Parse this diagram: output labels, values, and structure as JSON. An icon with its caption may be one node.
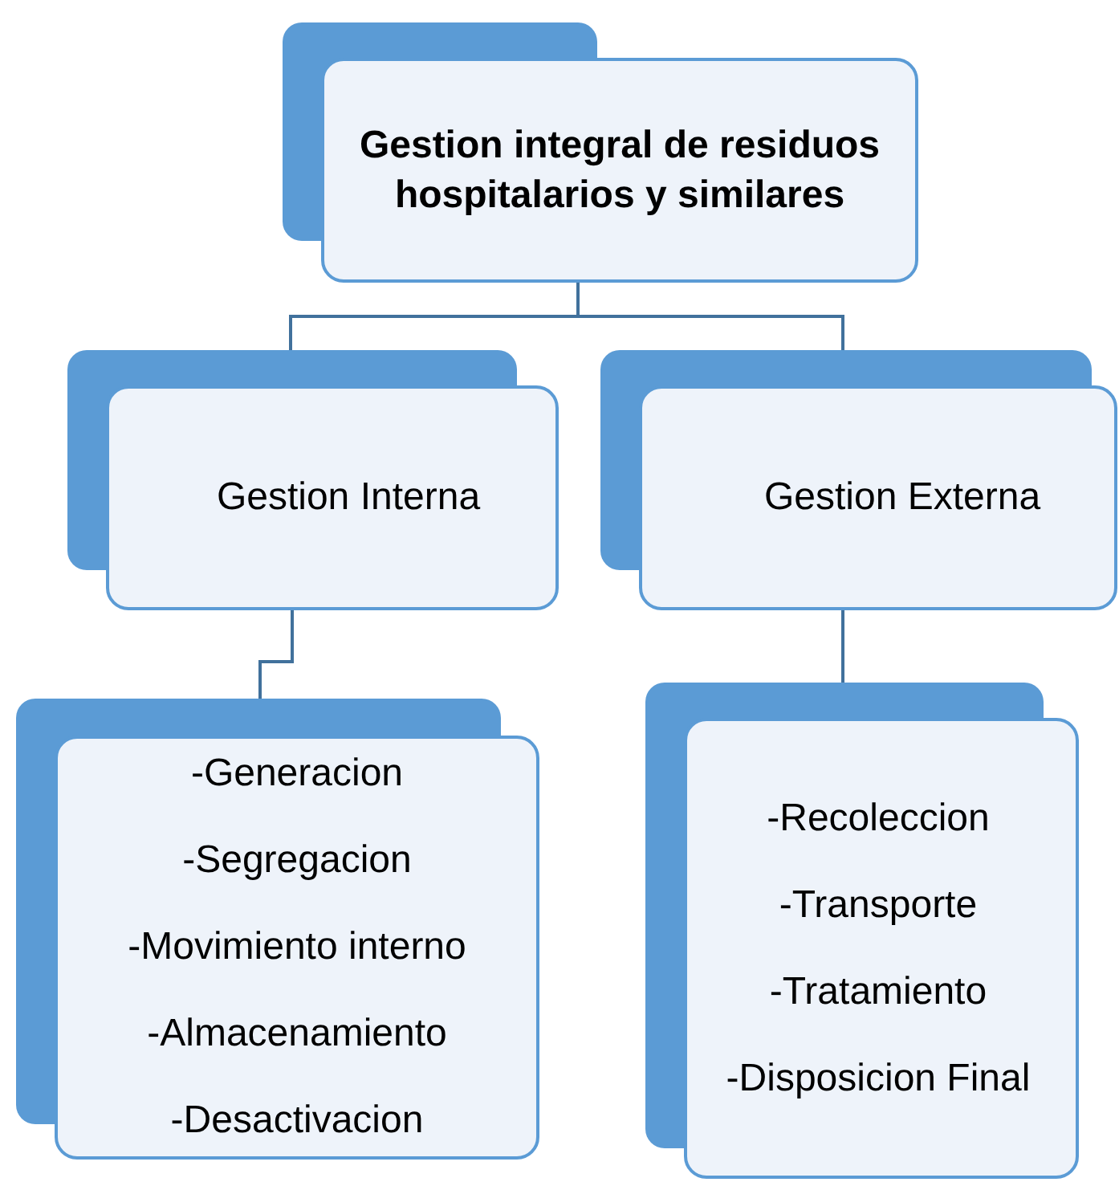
{
  "diagram": {
    "nodes": [
      {
        "text": [
          "Gestion integral de residuos hospitalarios y similares"
        ]
      },
      {
        "text": [
          "Gestion Interna"
        ]
      },
      {
        "text": [
          "Gestion Externa"
        ]
      },
      {
        "text": [
          "-Generacion",
          "-Segregacion",
          "-Movimiento interno",
          "-Almacenamiento",
          "-Desactivacion"
        ]
      },
      {
        "text": [
          "-Recoleccion",
          "-Transporte",
          "-Tratamiento",
          "-Disposicion Final"
        ]
      }
    ],
    "edges": [
      {
        "from": 0,
        "to": 1,
        "arrow": "none"
      },
      {
        "from": 0,
        "to": 2,
        "arrow": "none"
      },
      {
        "from": 1,
        "to": 3,
        "arrow": "none"
      },
      {
        "from": 2,
        "to": 4,
        "arrow": "none"
      }
    ]
  }
}
